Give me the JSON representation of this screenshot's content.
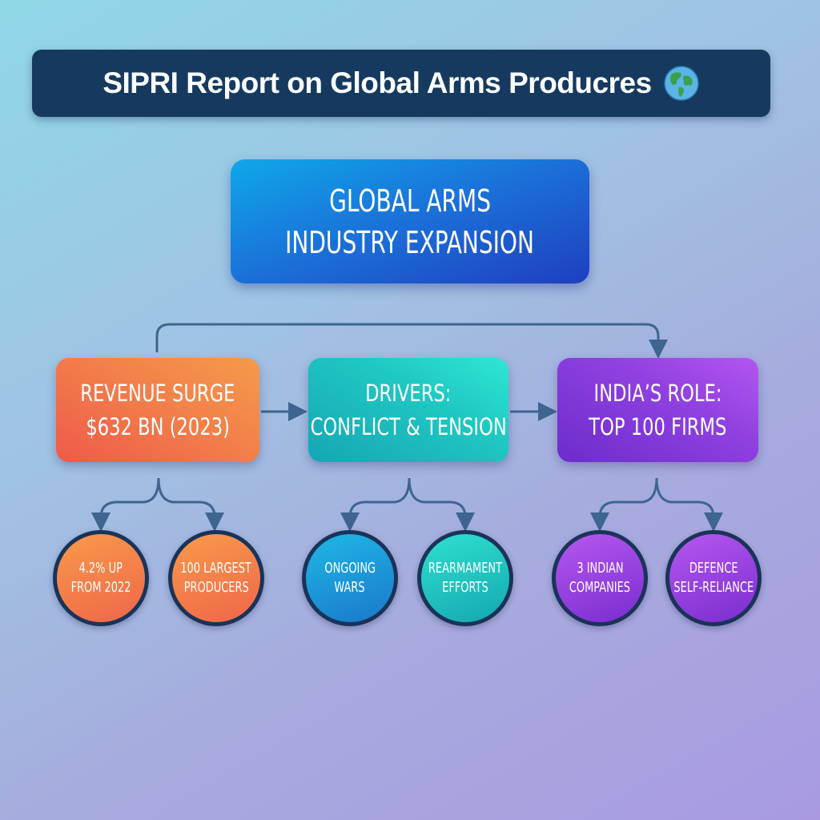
{
  "header": {
    "title": "SIPRI Report on Global Arms Producres",
    "icon": "globe-icon"
  },
  "main_node": {
    "line1": "GLOBAL ARMS",
    "line2": "INDUSTRY EXPANSION",
    "color": "#1b6fd8"
  },
  "branches": [
    {
      "line1": "REVENUE SURGE",
      "line2": "$632 BN (2023)",
      "color": "#f2834a",
      "children": [
        {
          "line1": "4.2% UP",
          "line2": "FROM 2022"
        },
        {
          "line1": "100 LARGEST",
          "line2": "PRODUCERS"
        }
      ]
    },
    {
      "line1": "DRIVERS:",
      "line2": "CONFLICT & TENSION",
      "color": "#1fc7c2",
      "children": [
        {
          "line1": "ONGOING",
          "line2": "WARS"
        },
        {
          "line1": "REARMAMENT",
          "line2": "EFFORTS"
        }
      ]
    },
    {
      "line1": "INDIA’S ROLE:",
      "line2": "TOP 100 FIRMS",
      "color": "#9040e0",
      "children": [
        {
          "line1": "3 INDIAN",
          "line2": "COMPANIES"
        },
        {
          "line1": "DEFENCE",
          "line2": "SELF-RELIANCE"
        }
      ]
    }
  ],
  "connector_color": "#3d6590"
}
